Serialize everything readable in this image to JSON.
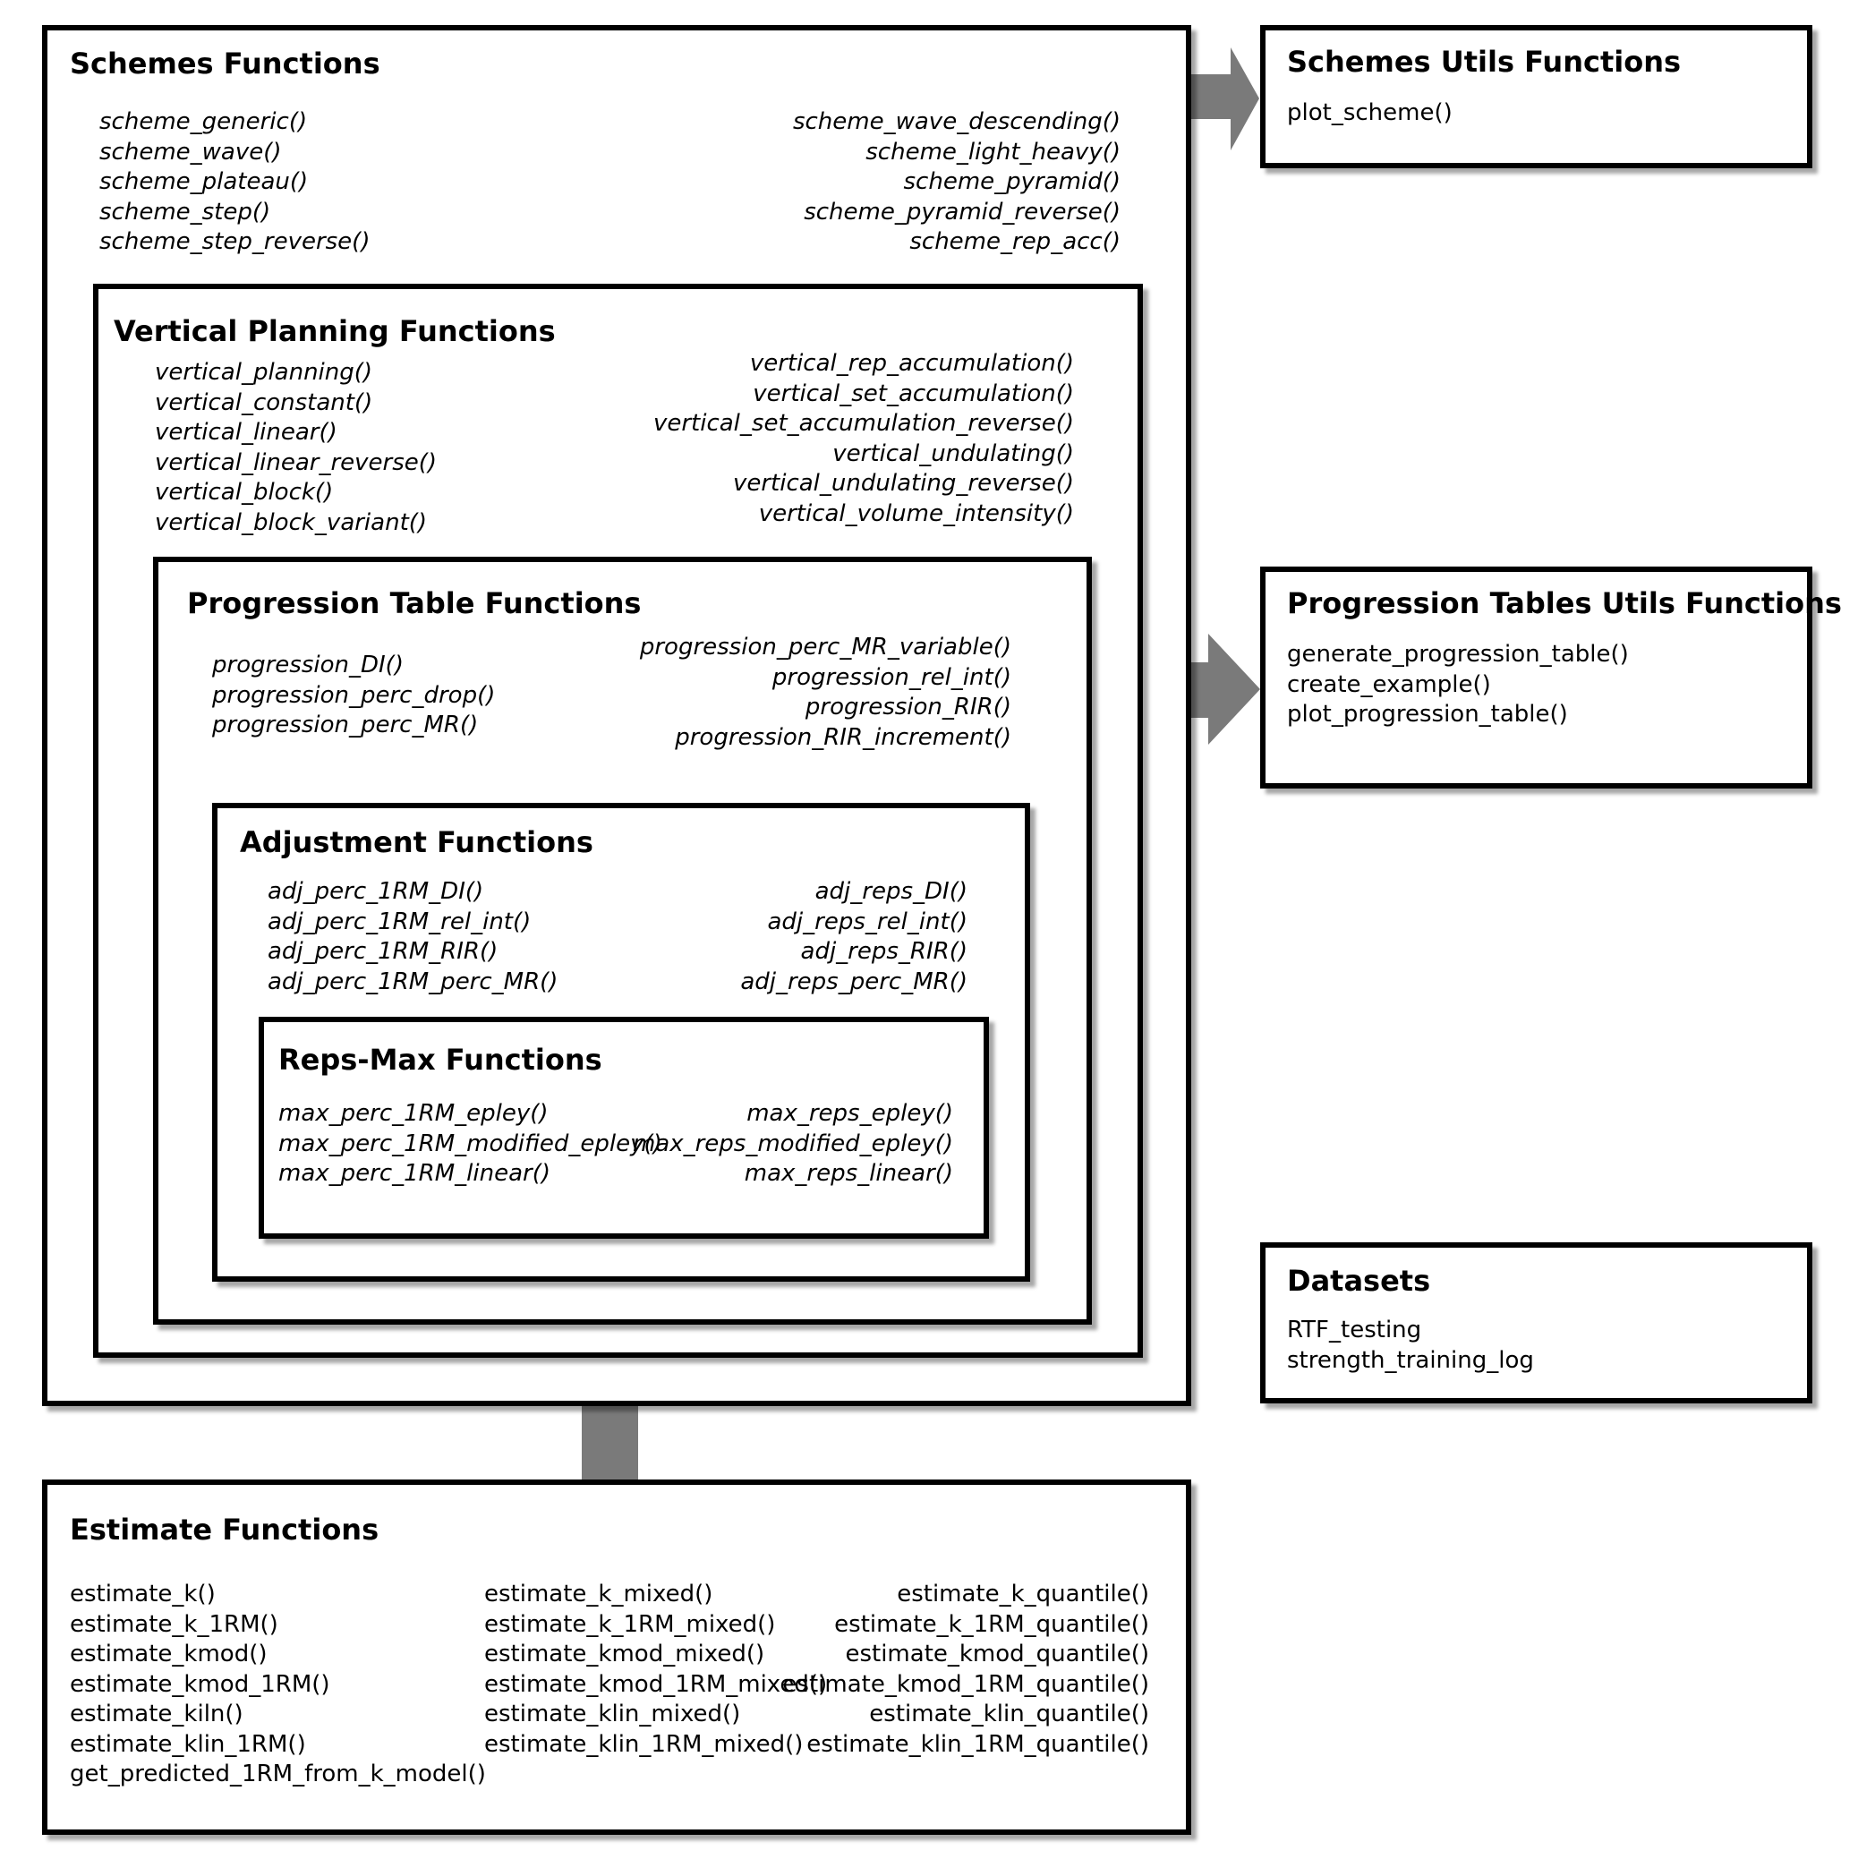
{
  "schemes": {
    "title": "Schemes Functions",
    "left": [
      "scheme_generic()",
      "scheme_wave()",
      "scheme_plateau()",
      "scheme_step()",
      "scheme_step_reverse()"
    ],
    "right": [
      "scheme_wave_descending()",
      "scheme_light_heavy()",
      "scheme_pyramid()",
      "scheme_pyramid_reverse()",
      "scheme_rep_acc()"
    ]
  },
  "vertical": {
    "title": "Vertical Planning Functions",
    "left": [
      "vertical_planning()",
      "vertical_constant()",
      "vertical_linear()",
      "vertical_linear_reverse()",
      "vertical_block()",
      "vertical_block_variant()"
    ],
    "right": [
      "vertical_rep_accumulation()",
      "vertical_set_accumulation()",
      "vertical_set_accumulation_reverse()",
      "vertical_undulating()",
      "vertical_undulating_reverse()",
      "vertical_volume_intensity()"
    ]
  },
  "progression": {
    "title": "Progression Table Functions",
    "left": [
      "progression_DI()",
      "progression_perc_drop()",
      "progression_perc_MR()"
    ],
    "right": [
      "progression_perc_MR_variable()",
      "progression_rel_int()",
      "progression_RIR()",
      "progression_RIR_increment()"
    ]
  },
  "adjustment": {
    "title": "Adjustment Functions",
    "left": [
      "adj_perc_1RM_DI()",
      "adj_perc_1RM_rel_int()",
      "adj_perc_1RM_RIR()",
      "adj_perc_1RM_perc_MR()"
    ],
    "right": [
      "adj_reps_DI()",
      "adj_reps_rel_int()",
      "adj_reps_RIR()",
      "adj_reps_perc_MR()"
    ]
  },
  "repsmax": {
    "title": "Reps-Max Functions",
    "left": [
      "max_perc_1RM_epley()",
      "max_perc_1RM_modified_epley()",
      "max_perc_1RM_linear()"
    ],
    "right": [
      "max_reps_epley()",
      "max_reps_modified_epley()",
      "max_reps_linear()"
    ]
  },
  "estimate": {
    "title": "Estimate Functions",
    "col1": [
      "estimate_k()",
      "estimate_k_1RM()",
      "estimate_kmod()",
      "estimate_kmod_1RM()",
      "estimate_kiln()",
      "estimate_klin_1RM()",
      "get_predicted_1RM_from_k_model()"
    ],
    "col2": [
      "estimate_k_mixed()",
      "estimate_k_1RM_mixed()",
      "estimate_kmod_mixed()",
      "estimate_kmod_1RM_mixed()",
      "estimate_klin_mixed()",
      "estimate_klin_1RM_mixed()"
    ],
    "col3": [
      "estimate_k_quantile()",
      "estimate_k_1RM_quantile()",
      "estimate_kmod_quantile()",
      "estimate_kmod_1RM_quantile()",
      "estimate_klin_quantile()",
      "estimate_klin_1RM_quantile()"
    ]
  },
  "schemes_utils": {
    "title": "Schemes Utils Functions",
    "items": [
      "plot_scheme()"
    ]
  },
  "prog_utils": {
    "title": "Progression Tables Utils Functions",
    "items": [
      "generate_progression_table()",
      "create_example()",
      "plot_progression_table()"
    ]
  },
  "datasets": {
    "title": "Datasets",
    "items": [
      "RTF_testing",
      "strength_training_log"
    ]
  },
  "colors": {
    "arrow": "#7a7a7a",
    "border": "#000000"
  }
}
